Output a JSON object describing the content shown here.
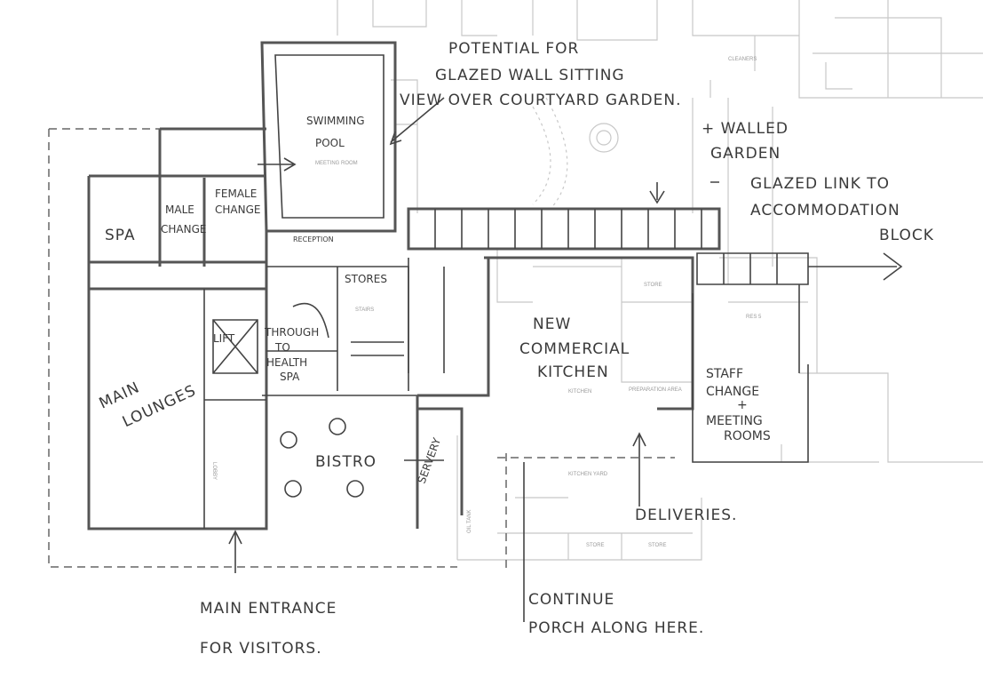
{
  "annotations": {
    "glazed_wall": [
      "POTENTIAL FOR",
      "GLAZED WALL SITTING",
      "VIEW OVER COURTYARD GARDEN."
    ],
    "walled_garden": [
      "+ WALLED",
      "GARDEN"
    ],
    "glazed_link": [
      "GLAZED LINK TO",
      "ACCOMMODATION",
      "BLOCK"
    ],
    "main_entrance": [
      "MAIN ENTRANCE",
      "FOR VISITORS."
    ],
    "porch": [
      "CONTINUE",
      "PORCH ALONG HERE."
    ],
    "deliveries": "DELIVERIES."
  },
  "rooms": {
    "pool": [
      "SWIMMING",
      "POOL"
    ],
    "spa": "SPA",
    "male_change": [
      "MALE",
      "CHANGE"
    ],
    "female_change": [
      "FEMALE",
      "CHANGE"
    ],
    "reception": "RECEPTION",
    "stores": "STORES",
    "lift": "LIFT",
    "through_spa": [
      "THROUGH",
      "TO",
      "HEALTH",
      "SPA"
    ],
    "main_lounges": [
      "MAIN",
      "LOUNGES"
    ],
    "bistro": "BISTRO",
    "servery": "SERVERY",
    "kitchen": [
      "NEW",
      "COMMERCIAL",
      "KITCHEN"
    ],
    "staff": [
      "STAFF",
      "CHANGE",
      "+",
      "MEETING",
      "ROOMS"
    ]
  },
  "plan_labels": {
    "lobby": "LOBBY",
    "kitchen_yard": "KITCHEN YARD",
    "store": "STORE",
    "oil_tank": "OIL TANK",
    "cleaners": "CLEANERS",
    "meeting_room": "MEETING ROOM",
    "kitchen_small": "KITCHEN",
    "preparation": "PREPARATION AREA",
    "res": "RES 5",
    "stairs": "STAIRS"
  }
}
